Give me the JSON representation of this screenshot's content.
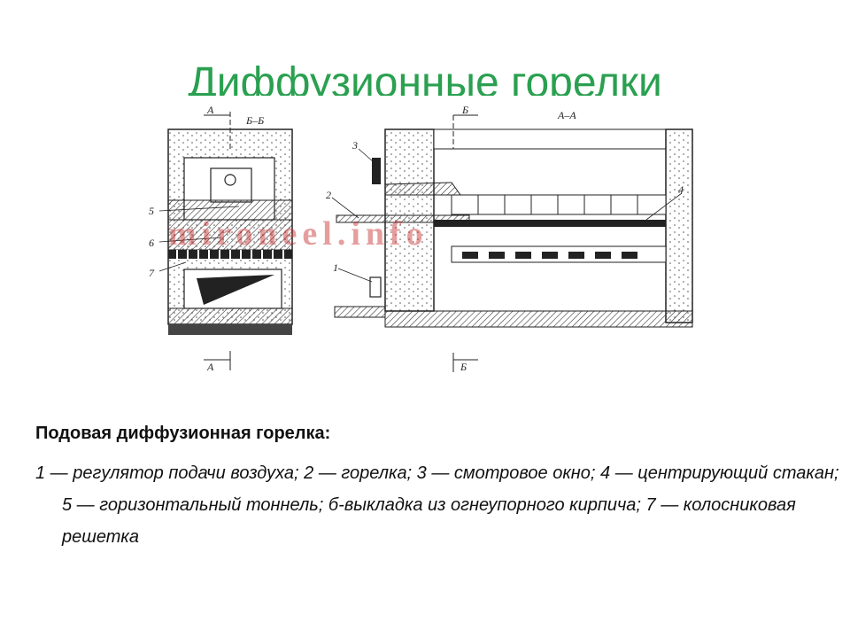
{
  "slide": {
    "title": "Диффузионные горелки",
    "caption_heading": "Подовая диффузионная горелка:",
    "caption_body": "1 — регулятор подачи воздуха; 2 — горелка; 3 — смотровое окно; 4 — центрирующий стакан; 5 — горизонтальный тоннель; б-выкладка из огнеупорного кирпича; 7 — колосниковая решетка"
  },
  "diagram": {
    "section_labels": {
      "a_top": "A",
      "bb": "Б–Б",
      "b_top": "Б",
      "aa": "A–A",
      "a_bottom": "A",
      "b_bottom": "Б"
    },
    "callouts": {
      "n1": "1",
      "n2": "2",
      "n3": "3",
      "n4": "4",
      "n5": "5",
      "n6": "6",
      "n7": "7"
    },
    "watermark": "mironeel.info"
  }
}
